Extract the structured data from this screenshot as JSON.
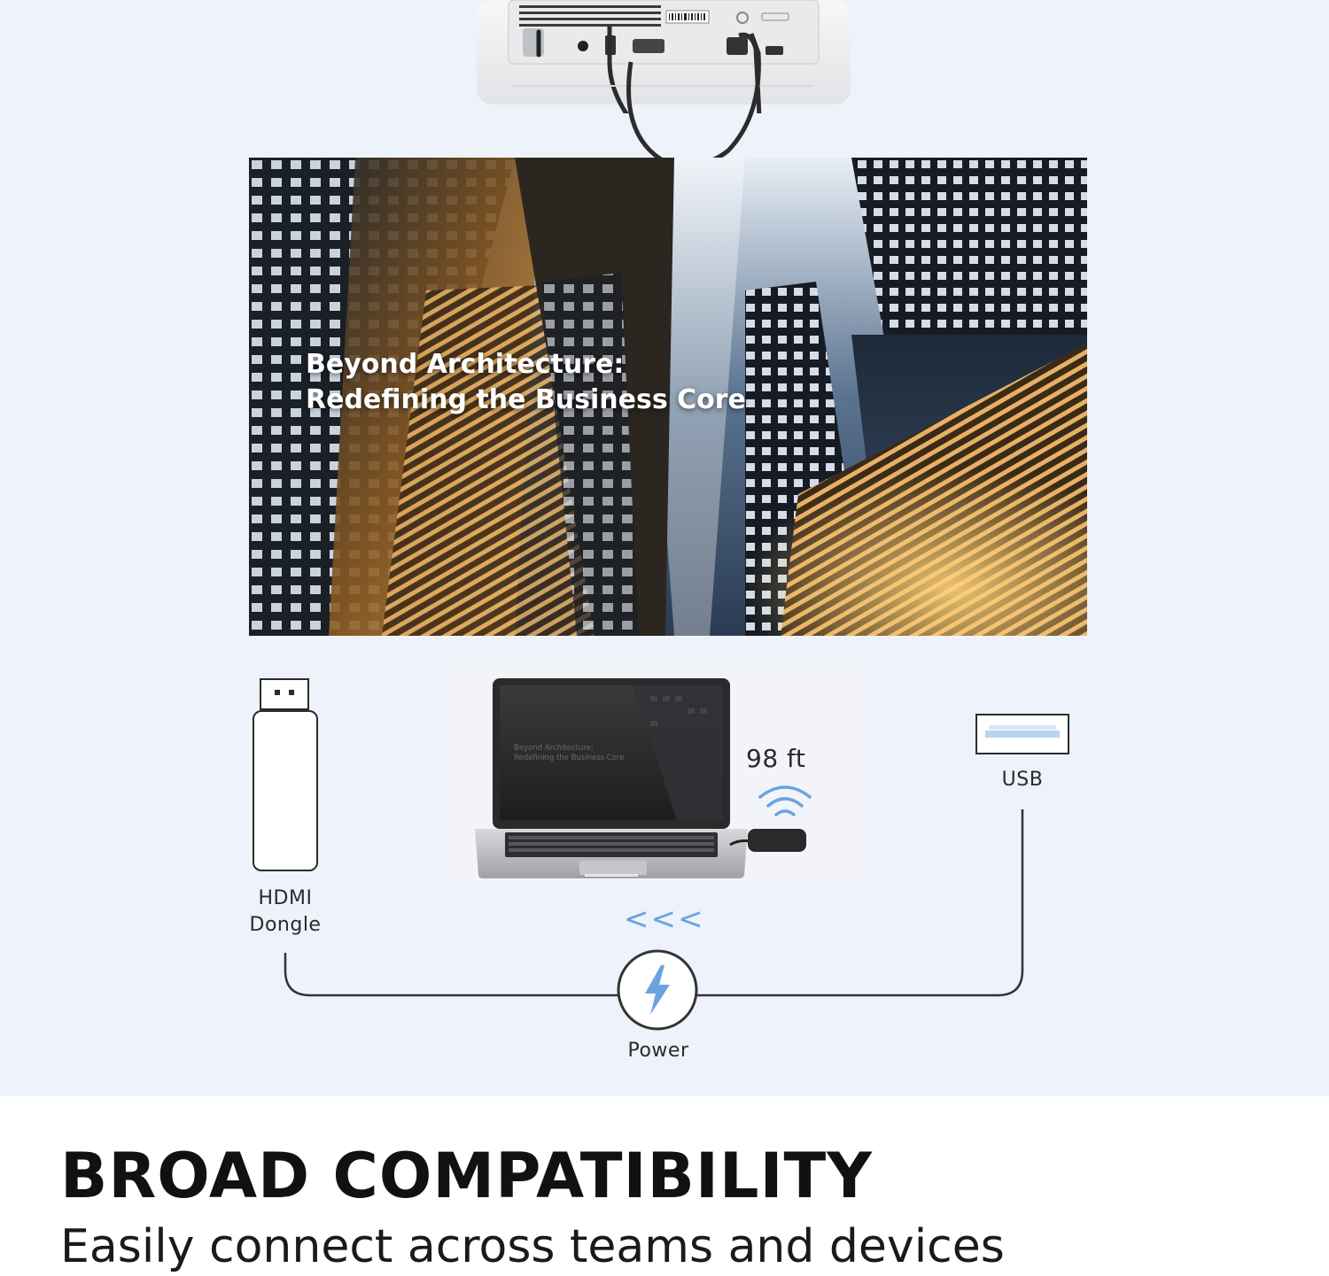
{
  "screen": {
    "title_line1": "Beyond Architecture:",
    "title_line2": "Redefining the Business Core"
  },
  "laptop": {
    "screen_line1": "Beyond Architecture:",
    "screen_line2": "Redefining the Business Core"
  },
  "diagram": {
    "dongle_label_line1": "HDMI",
    "dongle_label_line2": "Dongle",
    "usb_label": "USB",
    "range_label": "98 ft",
    "power_label": "Power",
    "arrows": "<<<"
  },
  "footer": {
    "headline": "BROAD COMPATIBILITY",
    "subhead": "Easily connect across teams and devices"
  },
  "colors": {
    "background": "#eef2fa",
    "accent_blue": "#6aa3e0",
    "text_dark": "#111111"
  }
}
